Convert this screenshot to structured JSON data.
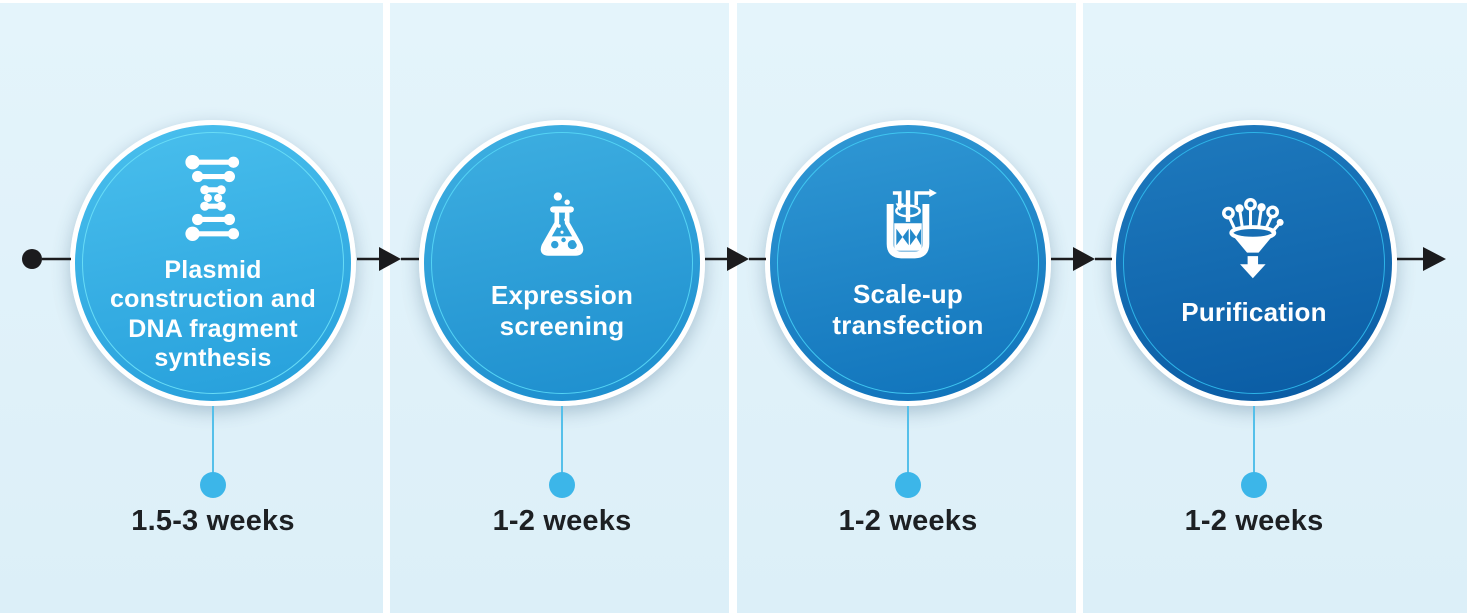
{
  "stages": [
    {
      "title": "Plasmid construction and DNA fragment synthesis",
      "title_lines": [
        "Plasmid",
        "construction and",
        "DNA fragment",
        "synthesis"
      ],
      "duration": "1.5-3 weeks",
      "icon": "dna-helix",
      "colors": {
        "top": "#47bdec",
        "bottom": "#28a1dc",
        "ring": "#68dcf6"
      }
    },
    {
      "title": "Expression screening",
      "title_lines": [
        "Expression",
        "screening"
      ],
      "duration": "1-2 weeks",
      "icon": "erlenmeyer-flask",
      "colors": {
        "top": "#3cade0",
        "bottom": "#1f90cf",
        "ring": "#54d3f4"
      }
    },
    {
      "title": "Scale-up transfection",
      "title_lines": [
        "Scale-up",
        "transfection"
      ],
      "duration": "1-2 weeks",
      "icon": "bioreactor",
      "colors": {
        "top": "#2e96d3",
        "bottom": "#1275bc",
        "ring": "#3fc6f0"
      }
    },
    {
      "title": "Purification",
      "title_lines": [
        "Purification"
      ],
      "duration": "1-2 weeks",
      "icon": "purification-funnel",
      "colors": {
        "top": "#1d78bc",
        "bottom": "#0b5da5",
        "ring": "#2db4e8"
      }
    }
  ],
  "timeline": {
    "start_marker": "dot",
    "end_marker": "arrow"
  },
  "theme": {
    "panel_bg_top": "#e4f4fb",
    "panel_bg_bottom": "#dceff8",
    "divider": "#ffffff",
    "connector": "#1b1b1d",
    "drop_line": "#55c0ea",
    "drop_dot": "#3cb6e9",
    "label_color": "#1d2023"
  }
}
